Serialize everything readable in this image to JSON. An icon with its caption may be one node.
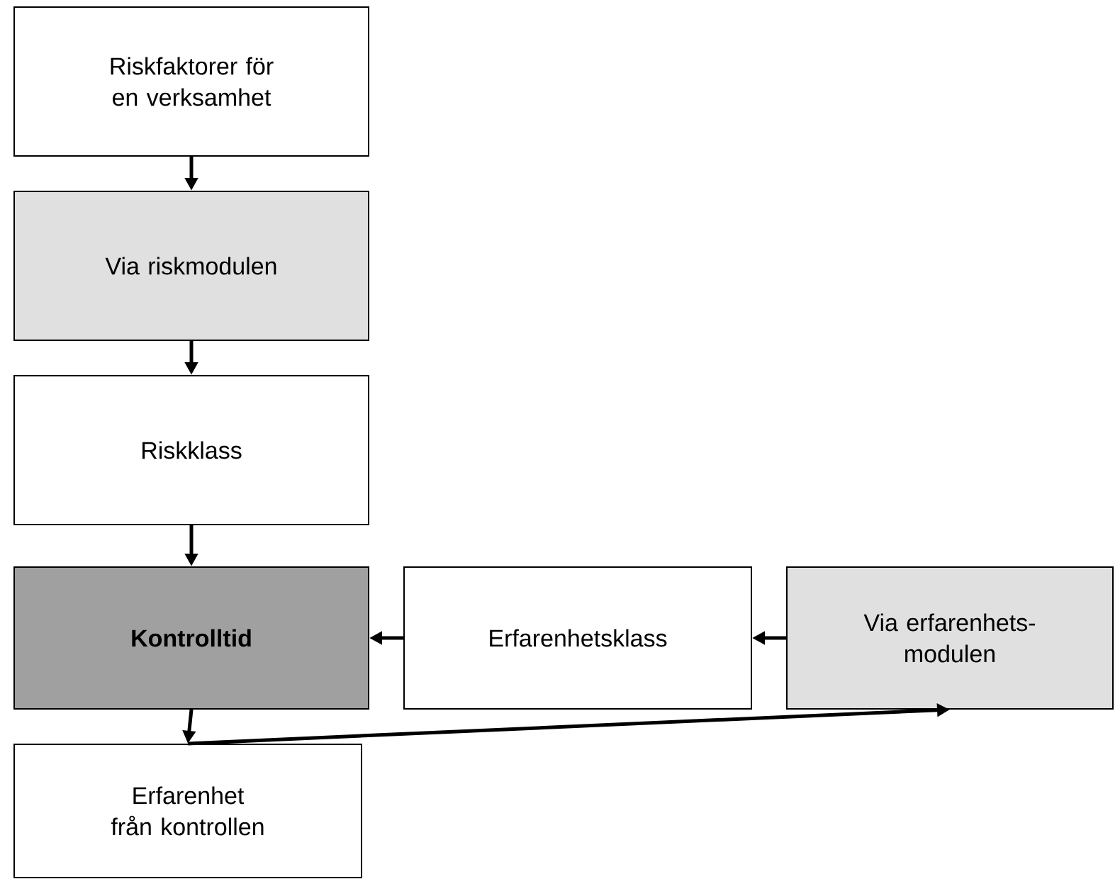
{
  "diagram": {
    "nodes": [
      {
        "text": [
          "Riskfaktorer för en verksamhet"
        ]
      },
      {
        "text": [
          "Via riskmodulen"
        ]
      },
      {
        "text": [
          "Riskklass"
        ]
      },
      {
        "text": [
          "Kontrolltid"
        ]
      },
      {
        "text": [
          "Erfarenhetsklass"
        ]
      },
      {
        "text": [
          "Via erfarenhets- modulen"
        ]
      },
      {
        "text": [
          "Erfarenhet från kontrollen"
        ]
      }
    ],
    "edges": [
      {
        "from": 0,
        "to": 1,
        "arrow": "to"
      },
      {
        "from": 1,
        "to": 2,
        "arrow": "to"
      },
      {
        "from": 2,
        "to": 3,
        "arrow": "to"
      },
      {
        "from": 3,
        "to": 6,
        "arrow": "to"
      },
      {
        "from": 5,
        "to": 4,
        "arrow": "to"
      },
      {
        "from": 4,
        "to": 3,
        "arrow": "to"
      },
      {
        "from": 6,
        "to": 5,
        "arrow": "to"
      }
    ]
  }
}
